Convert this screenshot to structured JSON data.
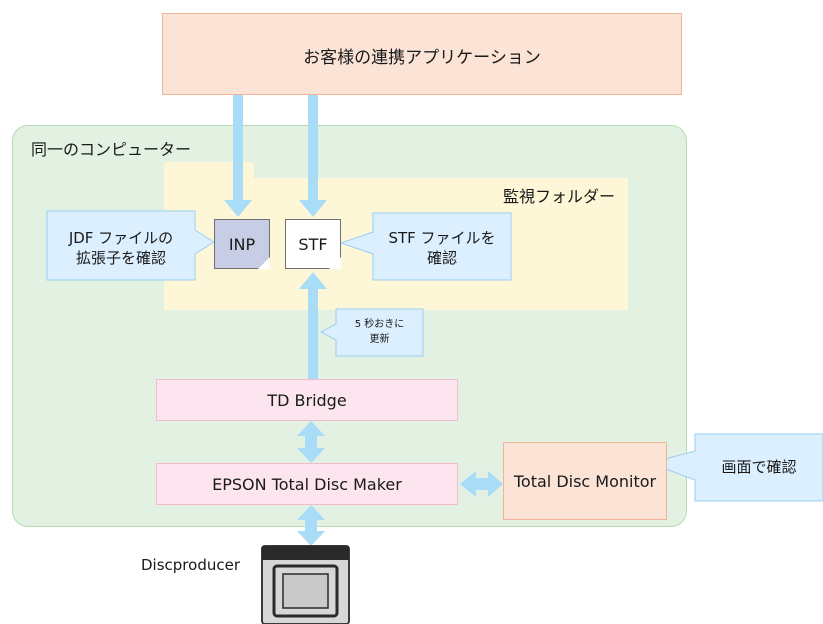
{
  "app_label": "お客様の連携アプリケーション",
  "pc_label": "同一のコンピューター",
  "folder_label": "監視フォルダー",
  "jdf_callout": [
    "JDF ファイルの",
    "拡張子を確認"
  ],
  "inp_label": "INP",
  "stf_label": "STF",
  "stf_callout": [
    "STF ファイルを",
    "確認"
  ],
  "update_callout": [
    "5 秒おきに",
    "更新"
  ],
  "td_bridge": "TD Bridge",
  "etdm": "EPSON Total Disc Maker",
  "monitor": "Total Disc Monitor",
  "screen_callout": "画面で確認",
  "discproducer": "Discproducer",
  "colors": {
    "arrow": "#a9dcf7",
    "app_box": "#fbe3d6",
    "computer_area": "#e3f1e2",
    "folder": "#fdf7d7",
    "callout": "#dcefff",
    "td_box": "#fce5ee"
  }
}
